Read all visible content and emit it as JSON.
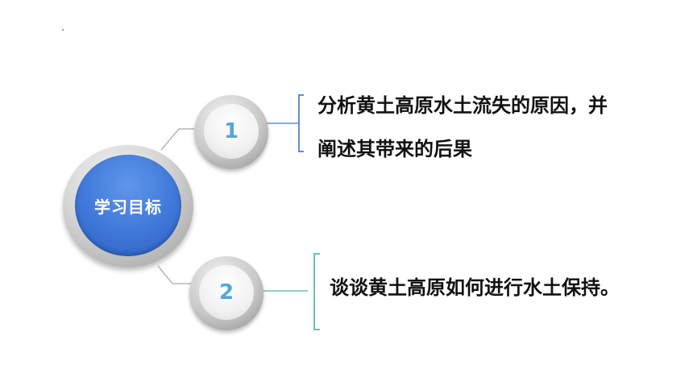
{
  "hub": {
    "label": "学习目标"
  },
  "objectives": [
    {
      "number": "1",
      "line1": "分析黄土高原水土流失的原因，并",
      "line2": "阐述其带来的后果"
    },
    {
      "number": "2",
      "line1": "谈谈黄土高原如何进行水土保持。"
    }
  ],
  "colors": {
    "hub_blue": "#3f77d8",
    "number_blue": "#56a6d9",
    "bracket_blue": "#5b8fd6",
    "bracket_green": "#6fc2a3",
    "connector_gray": "#b5b5b5"
  }
}
